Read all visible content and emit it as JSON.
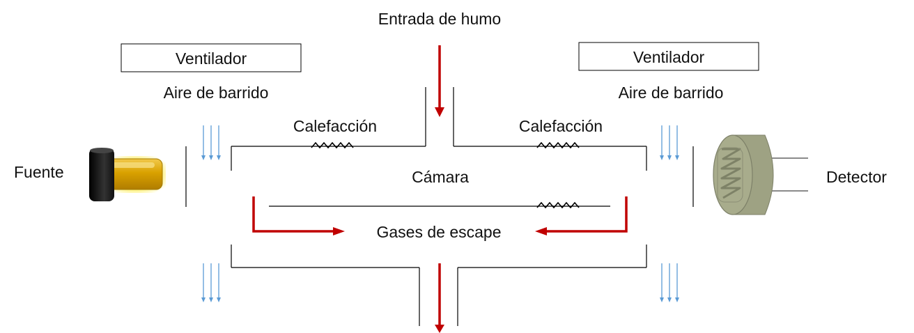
{
  "labels": {
    "smoke_inlet": "Entrada de humo",
    "fan_left": "Ventilador",
    "fan_right": "Ventilador",
    "purge_air_left": "Aire de barrido",
    "purge_air_right": "Aire de barrido",
    "heating_left": "Calefacción",
    "heating_right": "Calefacción",
    "chamber": "Cámara",
    "source": "Fuente",
    "detector": "Detector",
    "exhaust": "Gases de escape"
  },
  "colors": {
    "flow_arrow": "#c00000",
    "air_arrow": "#5b9bd5",
    "wall": "#000000",
    "source_body": "#d4a000",
    "source_cap": "#111111",
    "detector_body": "#9ea283"
  },
  "icons": {
    "source": "lamp-icon",
    "detector": "photocell-icon",
    "heater": "resistor-icon"
  }
}
